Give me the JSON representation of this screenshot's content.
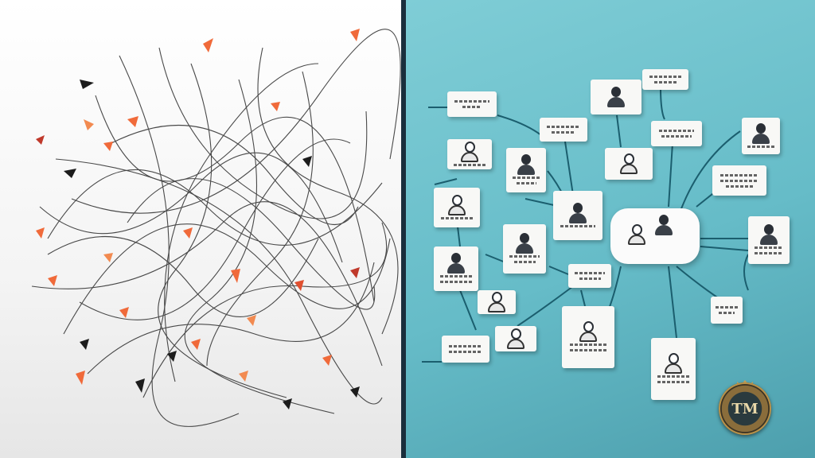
{
  "scene": {
    "left_panel": {
      "description": "tangled lines with scattered orange and black fragments",
      "line_color": "#2b2b2b",
      "accent_colors": [
        "#f06a3a",
        "#f59c5c",
        "#1c1c1c"
      ]
    },
    "right_panel": {
      "description": "organized people network diagram",
      "background": "#6cc3cd",
      "connector_color": "#1b5e6e"
    },
    "divider_color": "#1a2e3c"
  },
  "logo": {
    "text": "TM"
  }
}
